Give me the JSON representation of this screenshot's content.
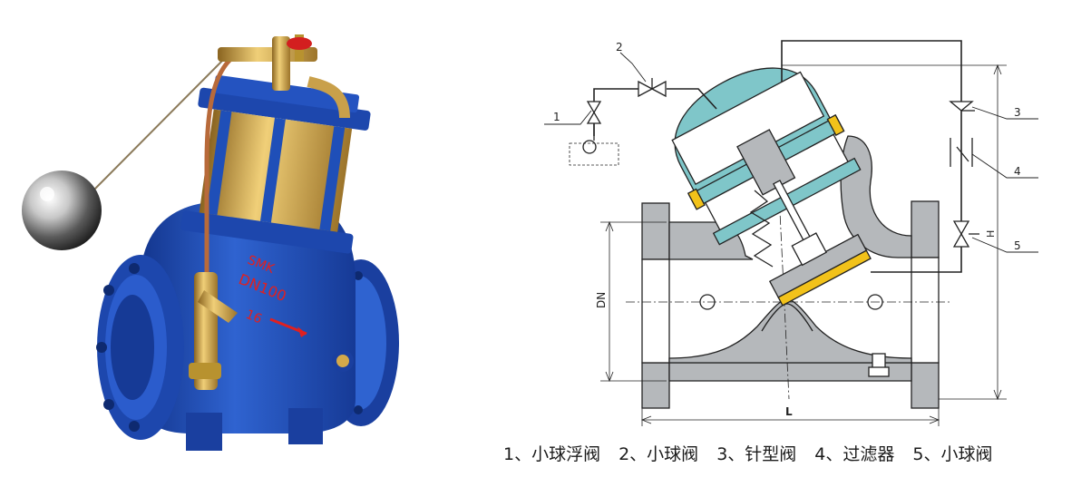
{
  "photo": {
    "nameplate_brand": "SMK",
    "nameplate_size": "DN100",
    "nameplate_pressure": "16"
  },
  "drawing": {
    "callouts": [
      "1",
      "2",
      "3",
      "4",
      "5"
    ],
    "dim_dn": "DN",
    "dim_l": "L",
    "dim_h": "H"
  },
  "legend": {
    "items": [
      "1、小球浮阀",
      "2、小球阀",
      "3、针型阀",
      "4、过滤器",
      "5、小球阀"
    ]
  },
  "colors": {
    "valve_blue": "#1f4fb8",
    "brass": "#c9a04a",
    "section_gray": "#b5b8bb",
    "cover_teal": "#7fc6c9",
    "seal_yellow": "#f2c21a"
  }
}
